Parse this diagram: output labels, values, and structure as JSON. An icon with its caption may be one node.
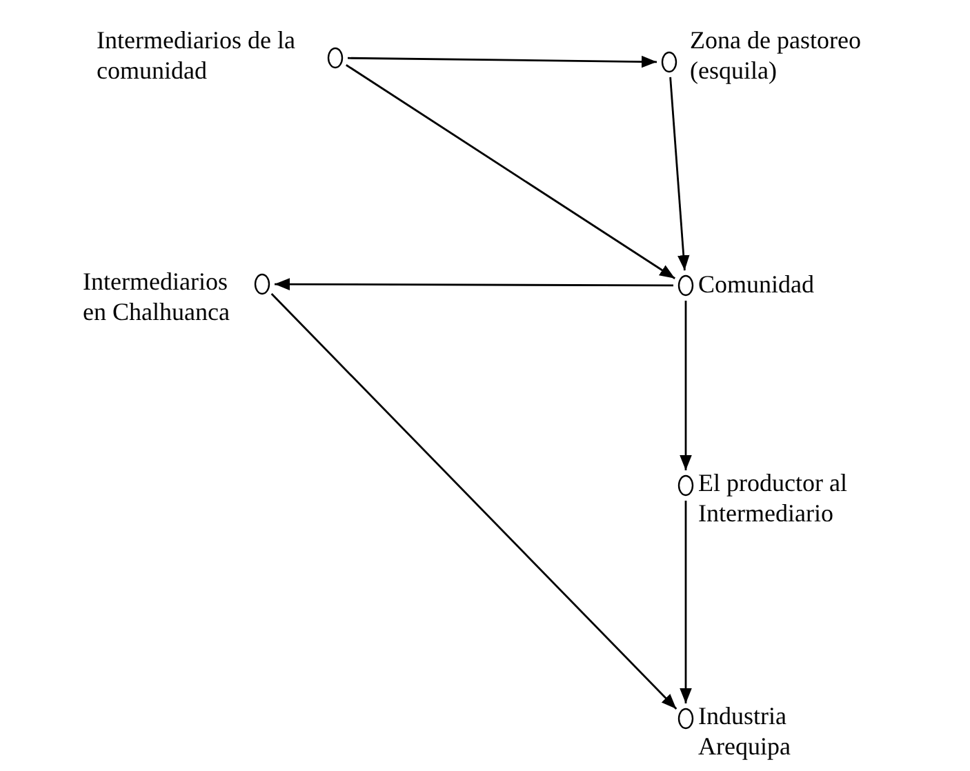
{
  "diagram": {
    "nodes": [
      {
        "text": [],
        "shape": "circle",
        "beside": [
          "Intermediarios de la comunidad"
        ]
      },
      {
        "text": [],
        "shape": "circle",
        "beside": [
          "Zona de pastoreo (esquila)"
        ]
      },
      {
        "text": [],
        "shape": "circle",
        "beside": [
          "Intermediarios en Chalhuanca"
        ]
      },
      {
        "text": [],
        "shape": "circle",
        "beside": [
          "Comunidad"
        ]
      },
      {
        "text": [],
        "shape": "circle",
        "beside": [
          "El productor al Intermediario"
        ]
      },
      {
        "text": [],
        "shape": "circle",
        "beside": [
          "Industria Arequipa"
        ]
      }
    ],
    "edges": [
      {
        "from": 0,
        "to": 1,
        "arrow": "to"
      },
      {
        "from": 0,
        "to": 3,
        "arrow": "to"
      },
      {
        "from": 1,
        "to": 3,
        "arrow": "to"
      },
      {
        "from": 3,
        "to": 2,
        "arrow": "to"
      },
      {
        "from": 3,
        "to": 4,
        "arrow": "to"
      },
      {
        "from": 2,
        "to": 5,
        "arrow": "to"
      },
      {
        "from": 4,
        "to": 5,
        "arrow": "to"
      }
    ]
  }
}
